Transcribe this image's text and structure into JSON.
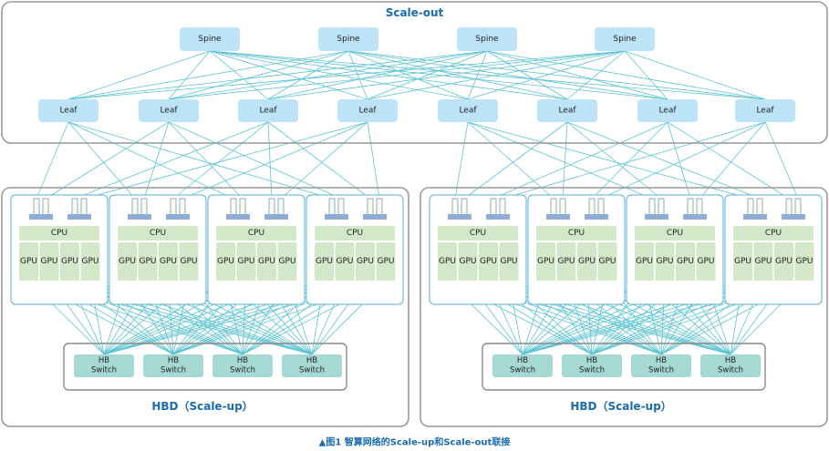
{
  "scale_out": {
    "title": "Scale-out",
    "spines": [
      "Spine",
      "Spine",
      "Spine",
      "Spine"
    ],
    "leaves": [
      "Leaf",
      "Leaf",
      "Leaf",
      "Leaf",
      "Leaf",
      "Leaf",
      "Leaf",
      "Leaf"
    ]
  },
  "hbd_domains": [
    {
      "title": "HBD（Scale-up）",
      "servers": [
        {
          "cpu": "CPU",
          "gpus": [
            "GPU",
            "GPU",
            "GPU",
            "GPU"
          ],
          "nics": 2
        },
        {
          "cpu": "CPU",
          "gpus": [
            "GPU",
            "GPU",
            "GPU",
            "GPU"
          ],
          "nics": 2
        },
        {
          "cpu": "CPU",
          "gpus": [
            "GPU",
            "GPU",
            "GPU",
            "GPU"
          ],
          "nics": 2
        },
        {
          "cpu": "CPU",
          "gpus": [
            "GPU",
            "GPU",
            "GPU",
            "GPU"
          ],
          "nics": 2
        }
      ],
      "switches": [
        {
          "line1": "HB",
          "line2": "Switch"
        },
        {
          "line1": "HB",
          "line2": "Switch"
        },
        {
          "line1": "HB",
          "line2": "Switch"
        },
        {
          "line1": "HB",
          "line2": "Switch"
        }
      ]
    },
    {
      "title": "HBD（Scale-up）",
      "servers": [
        {
          "cpu": "CPU",
          "gpus": [
            "GPU",
            "GPU",
            "GPU",
            "GPU"
          ],
          "nics": 2
        },
        {
          "cpu": "CPU",
          "gpus": [
            "GPU",
            "GPU",
            "GPU",
            "GPU"
          ],
          "nics": 2
        },
        {
          "cpu": "CPU",
          "gpus": [
            "GPU",
            "GPU",
            "GPU",
            "GPU"
          ],
          "nics": 2
        },
        {
          "cpu": "CPU",
          "gpus": [
            "GPU",
            "GPU",
            "GPU",
            "GPU"
          ],
          "nics": 2
        }
      ],
      "switches": [
        {
          "line1": "HB",
          "line2": "Switch"
        },
        {
          "line1": "HB",
          "line2": "Switch"
        },
        {
          "line1": "HB",
          "line2": "Switch"
        },
        {
          "line1": "HB",
          "line2": "Switch"
        }
      ]
    }
  ],
  "caption": "▲图1  智算网络的Scale-up和Scale-out联接",
  "colors": {
    "title_blue": "#1a6bb0",
    "switch_node": "#bde3f7",
    "link": "#5cc4d2",
    "server_border": "#5ab0d8",
    "cpu_gpu": "#d2e8c8",
    "nic_base": "#8eacd6",
    "nic_port": "#fbf9e8",
    "hb_switch": "#a6d9d3",
    "frame": "#999999"
  }
}
